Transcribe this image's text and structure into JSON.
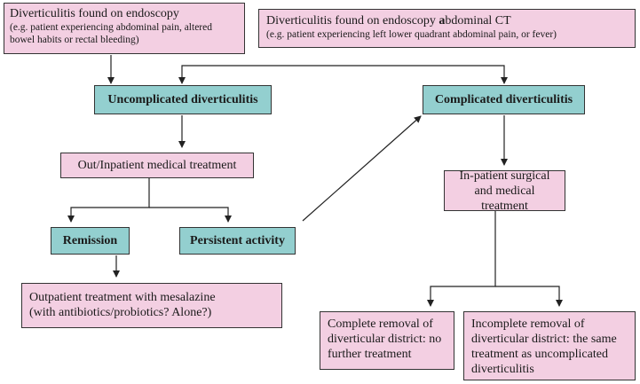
{
  "nodes": {
    "endoscopy": {
      "main": "Diverticulitis found on endoscopy",
      "sub": "(e.g. patient experiencing abdominal pain, altered bowel habits or rectal bleeding)"
    },
    "ct": {
      "main_pre": "Diverticulitis found on endoscopy ",
      "main_bold": "a",
      "main_post": "bdominal CT",
      "sub": "(e.g. patient experiencing left lower quadrant abdominal pain, or fever)"
    },
    "uncomplicated": "Uncomplicated diverticulitis",
    "complicated": "Complicated diverticulitis",
    "outpatient_medical": "Out/Inpatient medical treatment",
    "inpatient_surgical": "In-patient surgical and medical treatment",
    "remission": "Remission",
    "persistent": "Persistent activity",
    "mesalazine": {
      "line1": "Outpatient treatment with mesalazine",
      "line2": "(with antibiotics/probiotics? Alone?)"
    },
    "complete_removal": "Complete removal of diverticular district: no further treatment",
    "incomplete_removal": "Incomplete removal of diverticular district: the same treatment as uncomplicated diverticulitis"
  },
  "colors": {
    "pink_fill": "#f3cfe2",
    "teal_fill": "#93cfcf",
    "border": "#333333"
  }
}
